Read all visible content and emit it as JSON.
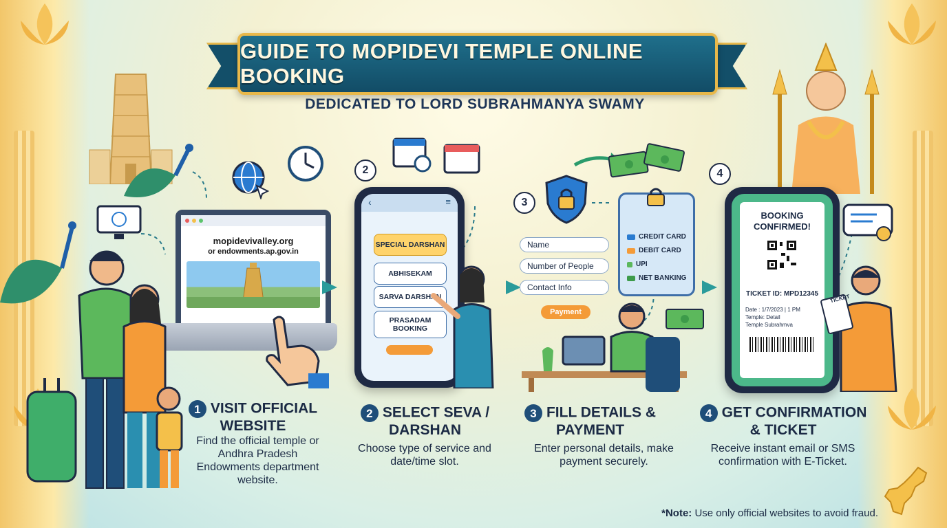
{
  "header": {
    "title": "GUIDE TO MOPIDEVI TEMPLE ONLINE BOOKING",
    "subtitle": "DEDICATED TO LORD SUBRAHMANYA SWAMY"
  },
  "laptop": {
    "url_line1": "mopidevivalley.org",
    "url_line2": "or endowments.ap.gov.in"
  },
  "seva_options": [
    "SPECIAL DARSHAN",
    "ABHISEKAM",
    "SARVA DARSHAN",
    "PRASADAM BOOKING"
  ],
  "form_fields": [
    "Name",
    "Number of People",
    "Contact Info"
  ],
  "form_button": "Payment",
  "payment_options": [
    "CREDIT CARD",
    "DEBIT CARD",
    "UPI",
    "NET BANKING"
  ],
  "ticket": {
    "status": "BOOKING CONFIRMED!",
    "id": "TICKET ID: MPD12345",
    "date": "Date : 1/7/2023 | 1 PM",
    "line2": "Temple: Detail",
    "line3": "Temple Subrahmva",
    "stub": "TICKET"
  },
  "steps": [
    {
      "num": "1",
      "title": "VISIT OFFICIAL WEBSITE",
      "desc": "Find the official temple or Andhra Pradesh Endowments department website."
    },
    {
      "num": "2",
      "title": "SELECT SEVA / DARSHAN",
      "desc": "Choose type of service and date/time slot."
    },
    {
      "num": "3",
      "title": "FILL DETAILS & PAYMENT",
      "desc": "Enter personal details, make payment securely."
    },
    {
      "num": "4",
      "title": "GET CONFIRMATION & TICKET",
      "desc": "Receive instant email or SMS confirmation with E-Ticket."
    }
  ],
  "callouts": [
    "2",
    "3",
    "4"
  ],
  "note": {
    "label": "*Note:",
    "text": " Use only official websites to avoid fraud."
  },
  "colors": {
    "navy": "#1f2a44",
    "banner": "#1f6f8b",
    "gold": "#e8b84a",
    "accent": "#f49b38"
  }
}
